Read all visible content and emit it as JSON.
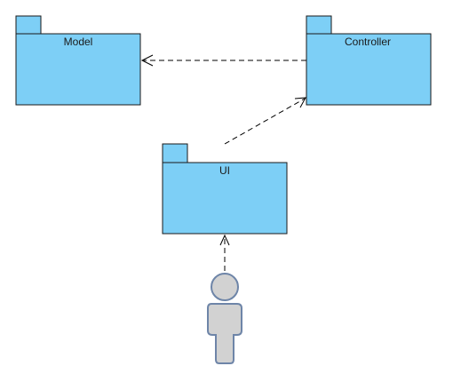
{
  "colors": {
    "package_fill": "#7dcff6",
    "package_stroke": "#1a1a1a",
    "actor_fill": "#d2d2d2",
    "actor_stroke": "#6e85a8",
    "arrow_color": "#000000"
  },
  "packages": {
    "model": {
      "label": "Model"
    },
    "controller": {
      "label": "Controller"
    },
    "ui": {
      "label": "UI"
    }
  },
  "actor": {
    "icon": "user-actor-icon"
  },
  "dependencies": [
    {
      "from": "controller",
      "to": "model",
      "style": "dashed-open-arrow"
    },
    {
      "from": "ui",
      "to": "controller",
      "style": "dashed-open-arrow"
    },
    {
      "from": "actor",
      "to": "ui",
      "style": "dashed-open-arrow"
    }
  ]
}
